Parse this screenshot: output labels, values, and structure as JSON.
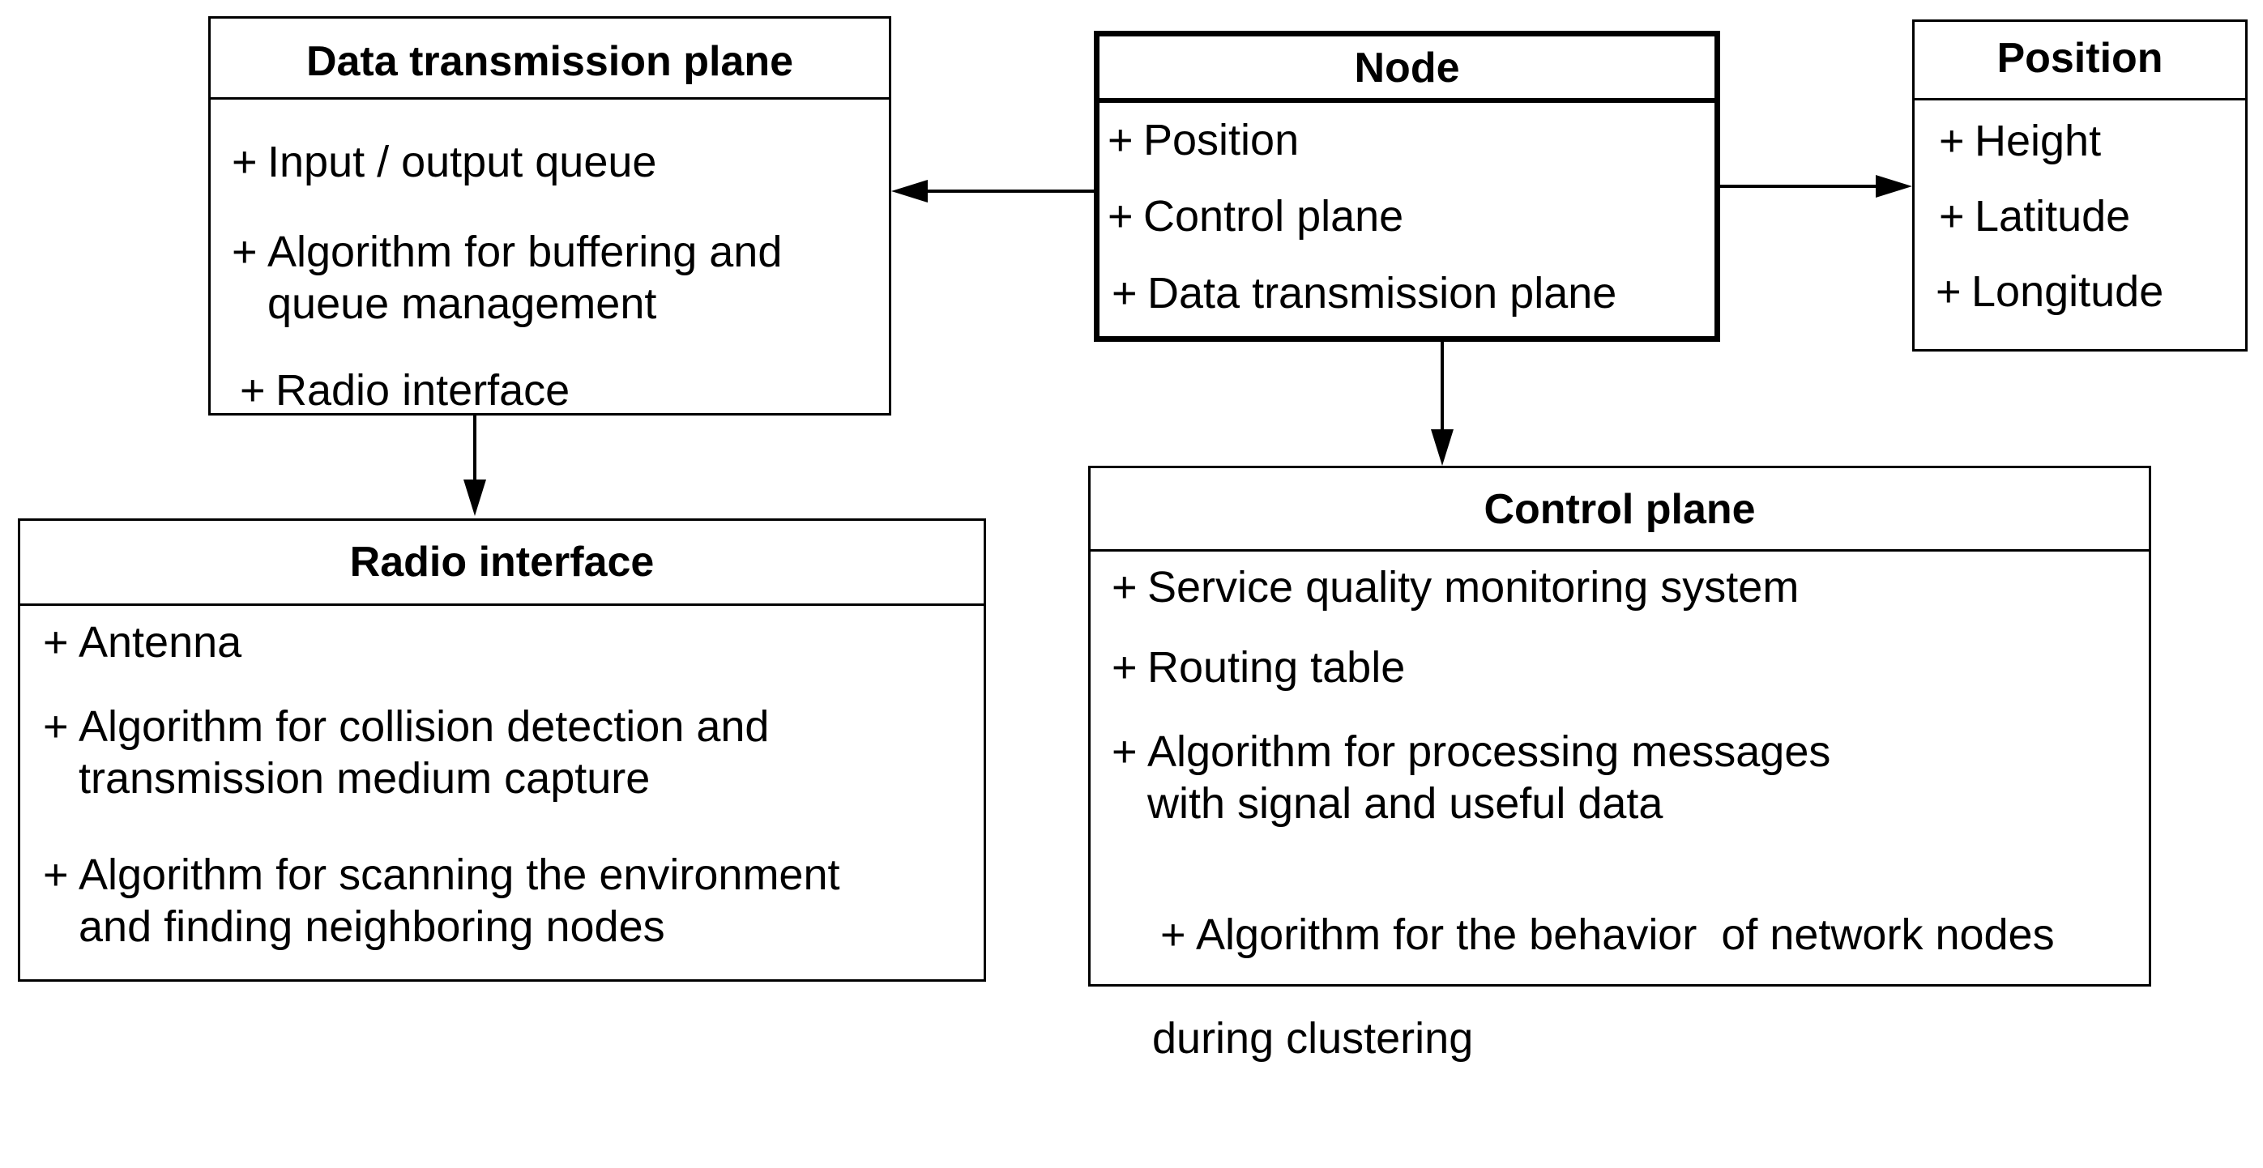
{
  "diagram": {
    "node": {
      "title": "Node",
      "attributes": [
        "Position",
        "Control plane",
        "Data transmission plane"
      ]
    },
    "data_plane": {
      "title": "Data transmission plane",
      "attributes": [
        [
          "Input / output queue"
        ],
        [
          "Algorithm for buffering and",
          "queue management"
        ],
        [
          "Radio interface"
        ]
      ]
    },
    "position": {
      "title": "Position",
      "attributes": [
        "Height",
        "Latitude",
        "Longitude"
      ]
    },
    "radio_interface": {
      "title": "Radio interface",
      "attributes": [
        [
          "Antenna"
        ],
        [
          "Algorithm for collision detection and",
          "transmission medium capture"
        ],
        [
          "Algorithm for scanning the environment",
          "and finding neighboring nodes"
        ]
      ]
    },
    "control_plane": {
      "title": "Control plane",
      "attributes": [
        [
          "Service quality monitoring system"
        ],
        [
          "Routing table"
        ],
        [
          "Algorithm for processing messages",
          "with signal and useful data"
        ],
        [
          "Algorithm for the behavior  of network nodes",
          "during clustering"
        ]
      ]
    },
    "bullet": "+"
  }
}
